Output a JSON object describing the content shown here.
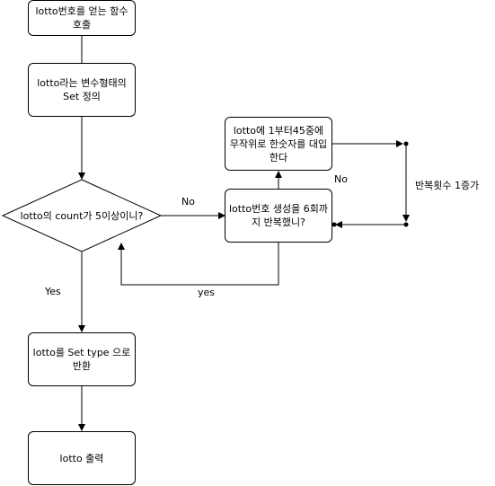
{
  "nodes": {
    "call": "lotto번호를 얻는 함수 호출",
    "define": "lotto라는 변수형태의 Set 정의",
    "decision": "lotto의 count가 5이상이니?",
    "assign": "lotto에 1부터45중에 무작위로 한숫자를 대입한다",
    "repeat": "lotto번호 생성을 6회까지 반복했니?",
    "return": "lotto를 Set type 으로 반환",
    "output": "lotto 출력"
  },
  "edges": {
    "no_decision": "No",
    "no_repeat": "No",
    "yes_repeat": "yes",
    "yes_decision": "Yes",
    "loop_counter": "반복횟수 1증가"
  }
}
